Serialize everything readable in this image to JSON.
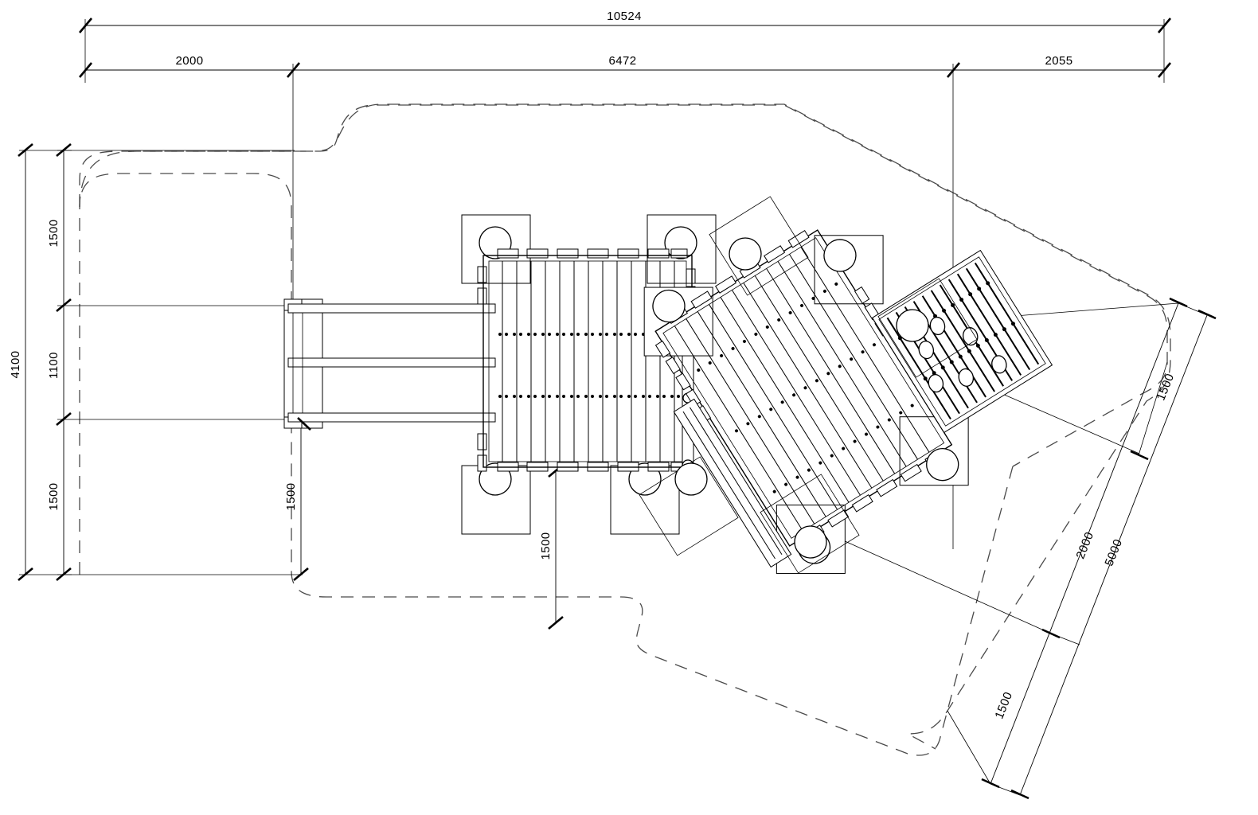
{
  "drawing": {
    "title": "Playground platform plan view",
    "units": "mm",
    "background_color": "#ffffff",
    "line_color": "#000000",
    "safety_zone_color": "#4a4a4a"
  },
  "dimensions": {
    "top_overall": "10524",
    "top_left_segment": "2000",
    "top_middle_segment": "6472",
    "top_right_segment": "2055",
    "left_overall": "4100",
    "left_upper_segment": "1500",
    "left_middle_segment": "1100",
    "left_lower_segment": "1500",
    "inner_vertical_left": "1500",
    "inner_vertical_center": "1500",
    "right_angled_upper": "1500",
    "right_angled_2000": "2000",
    "right_angled_5000": "5000",
    "right_angled_lower": "1500"
  },
  "labels": [
    {
      "id": "dim-10524",
      "text": "10524",
      "orientation": "horizontal"
    },
    {
      "id": "dim-2000-top",
      "text": "2000",
      "orientation": "horizontal"
    },
    {
      "id": "dim-6472",
      "text": "6472",
      "orientation": "horizontal"
    },
    {
      "id": "dim-2055",
      "text": "2055",
      "orientation": "horizontal"
    },
    {
      "id": "dim-4100",
      "text": "4100",
      "orientation": "vertical"
    },
    {
      "id": "dim-1500-upper-left",
      "text": "1500",
      "orientation": "vertical"
    },
    {
      "id": "dim-1100",
      "text": "1100",
      "orientation": "vertical"
    },
    {
      "id": "dim-1500-lower-left",
      "text": "1500",
      "orientation": "vertical"
    },
    {
      "id": "dim-1500-inner-left",
      "text": "1500",
      "orientation": "vertical"
    },
    {
      "id": "dim-1500-inner-center",
      "text": "1500",
      "orientation": "vertical"
    },
    {
      "id": "dim-1500-right-upper",
      "text": "1500",
      "orientation": "rotated"
    },
    {
      "id": "dim-2000-right",
      "text": "2000",
      "orientation": "rotated"
    },
    {
      "id": "dim-5000-right",
      "text": "5000",
      "orientation": "rotated"
    },
    {
      "id": "dim-1500-right-lower",
      "text": "1500",
      "orientation": "rotated"
    }
  ],
  "geometry": {
    "main_platform": {
      "name": "main-deck",
      "deck_boards": 14,
      "rotation_deg": 0
    },
    "rotated_platform": {
      "name": "angled-deck",
      "deck_boards": 13,
      "rotation_deg": -32
    },
    "grating": {
      "name": "grating-panel",
      "bars": 11,
      "rotation_deg": -32
    },
    "ramp": {
      "name": "ramp-walkway",
      "handrails": 2
    },
    "posts": 9
  }
}
